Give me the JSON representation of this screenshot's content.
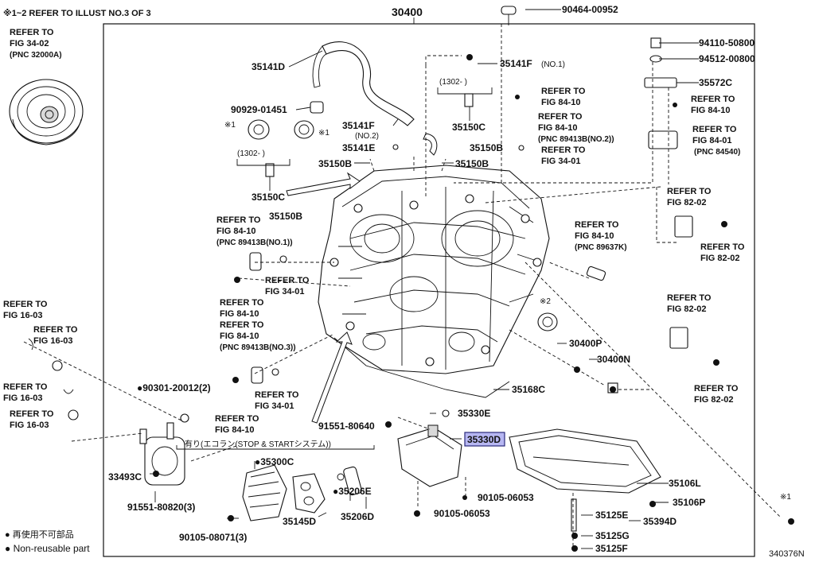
{
  "header_note": "※1~2 REFER TO ILLUST NO.3 OF 3",
  "main_part": "30400",
  "figure_id": "340376N",
  "highlighted_part": "35330D",
  "legend": {
    "jp": "● 再使用不可部品",
    "en": "● Non-reusable part"
  },
  "ecolan_note": "有り(エコラン(STOP & STARTシステム))",
  "torque_converter_ref": [
    "REFER TO",
    "FIG 34-02",
    "(PNC 32000A)"
  ],
  "labels": [
    {
      "id": "l01",
      "text": "90464-00952"
    },
    {
      "id": "l02",
      "text": "35141D"
    },
    {
      "id": "l03",
      "text": "35141F"
    },
    {
      "id": "l03b",
      "text": "(NO.1)"
    },
    {
      "id": "l04",
      "text": "94110-50800"
    },
    {
      "id": "l05",
      "text": "94512-00800"
    },
    {
      "id": "l06",
      "text": "35572C"
    },
    {
      "id": "l07",
      "text": "90929-01451"
    },
    {
      "id": "l08",
      "text": "(1302-    )"
    },
    {
      "id": "l09",
      "text": "35150C"
    },
    {
      "id": "l10",
      "text": "35150B"
    },
    {
      "id": "l11",
      "text": "35141F"
    },
    {
      "id": "l11b",
      "text": "(NO.2)"
    },
    {
      "id": "l12",
      "text": "35141E"
    },
    {
      "id": "l13",
      "text": "35150B"
    },
    {
      "id": "l14",
      "text": "35150B"
    },
    {
      "id": "l15",
      "text": "(1302-    )"
    },
    {
      "id": "l16",
      "text": "35150C"
    },
    {
      "id": "l17",
      "text": "35150B"
    },
    {
      "id": "l18",
      "text": "※1"
    },
    {
      "id": "l19",
      "text": "※1"
    },
    {
      "id": "l20",
      "text": "30400P"
    },
    {
      "id": "l21",
      "text": "30400N"
    },
    {
      "id": "l22",
      "text": "35168C"
    },
    {
      "id": "l23",
      "text": "35330E"
    },
    {
      "id": "l24",
      "text": "91551-80640"
    },
    {
      "id": "l25",
      "text": "90105-06053"
    },
    {
      "id": "l26",
      "text": "90105-06053"
    },
    {
      "id": "l27",
      "text": "35106L"
    },
    {
      "id": "l28",
      "text": "35106P"
    },
    {
      "id": "l29",
      "text": "35125E"
    },
    {
      "id": "l30",
      "text": "35394D"
    },
    {
      "id": "l31",
      "text": "35125G"
    },
    {
      "id": "l32",
      "text": "35125F"
    },
    {
      "id": "l33",
      "text": "※1"
    },
    {
      "id": "l34",
      "text": "●90301-20012(2)"
    },
    {
      "id": "l35",
      "text": "33493C"
    },
    {
      "id": "l36",
      "text": "91551-80820(3)"
    },
    {
      "id": "l37",
      "text": "●35300C"
    },
    {
      "id": "l38",
      "text": "35145D"
    },
    {
      "id": "l39",
      "text": "●35206E"
    },
    {
      "id": "l40",
      "text": "35206D"
    },
    {
      "id": "l41",
      "text": "90105-08071(3)"
    },
    {
      "id": "l42",
      "text": "※2"
    }
  ],
  "refs": [
    {
      "id": "r01",
      "lines": [
        "REFER TO",
        "FIG 84-10"
      ]
    },
    {
      "id": "r02",
      "lines": [
        "REFER TO",
        "FIG 84-10"
      ]
    },
    {
      "id": "r03",
      "lines": [
        "REFER TO",
        "FIG 84-10",
        "(PNC 89413B(NO.2))"
      ]
    },
    {
      "id": "r04",
      "lines": [
        "REFER TO",
        "FIG 34-01"
      ]
    },
    {
      "id": "r05",
      "lines": [
        "REFER TO",
        "FIG 84-01",
        "(PNC 84540)"
      ]
    },
    {
      "id": "r06",
      "lines": [
        "REFER TO",
        "FIG 82-02"
      ]
    },
    {
      "id": "r07",
      "lines": [
        "REFER TO",
        "FIG 82-02"
      ]
    },
    {
      "id": "r08",
      "lines": [
        "REFER TO",
        "FIG 84-10",
        "(PNC 89413B(NO.1))"
      ]
    },
    {
      "id": "r09",
      "lines": [
        "REFER TO",
        "FIG 34-01"
      ]
    },
    {
      "id": "r10",
      "lines": [
        "REFER TO",
        "FIG 84-10",
        "(PNC 89637K)"
      ]
    },
    {
      "id": "r11",
      "lines": [
        "REFER TO",
        "FIG 84-10",
        "REFER TO",
        "FIG 84-10",
        "(PNC 89413B(NO.3))"
      ]
    },
    {
      "id": "r12",
      "lines": [
        "REFER TO",
        "FIG 82-02"
      ]
    },
    {
      "id": "r13",
      "lines": [
        "REFER TO",
        "FIG 82-02"
      ]
    },
    {
      "id": "r14",
      "lines": [
        "REFER TO",
        "FIG 16-03"
      ]
    },
    {
      "id": "r15",
      "lines": [
        "REFER TO",
        "FIG 16-03"
      ]
    },
    {
      "id": "r16",
      "lines": [
        "REFER TO",
        "FIG 16-03"
      ]
    },
    {
      "id": "r17",
      "lines": [
        "REFER TO",
        "FIG 16-03"
      ]
    },
    {
      "id": "r18",
      "lines": [
        "REFER TO",
        "FIG 34-01"
      ]
    },
    {
      "id": "r19",
      "lines": [
        "REFER TO",
        "FIG 84-10"
      ]
    }
  ]
}
